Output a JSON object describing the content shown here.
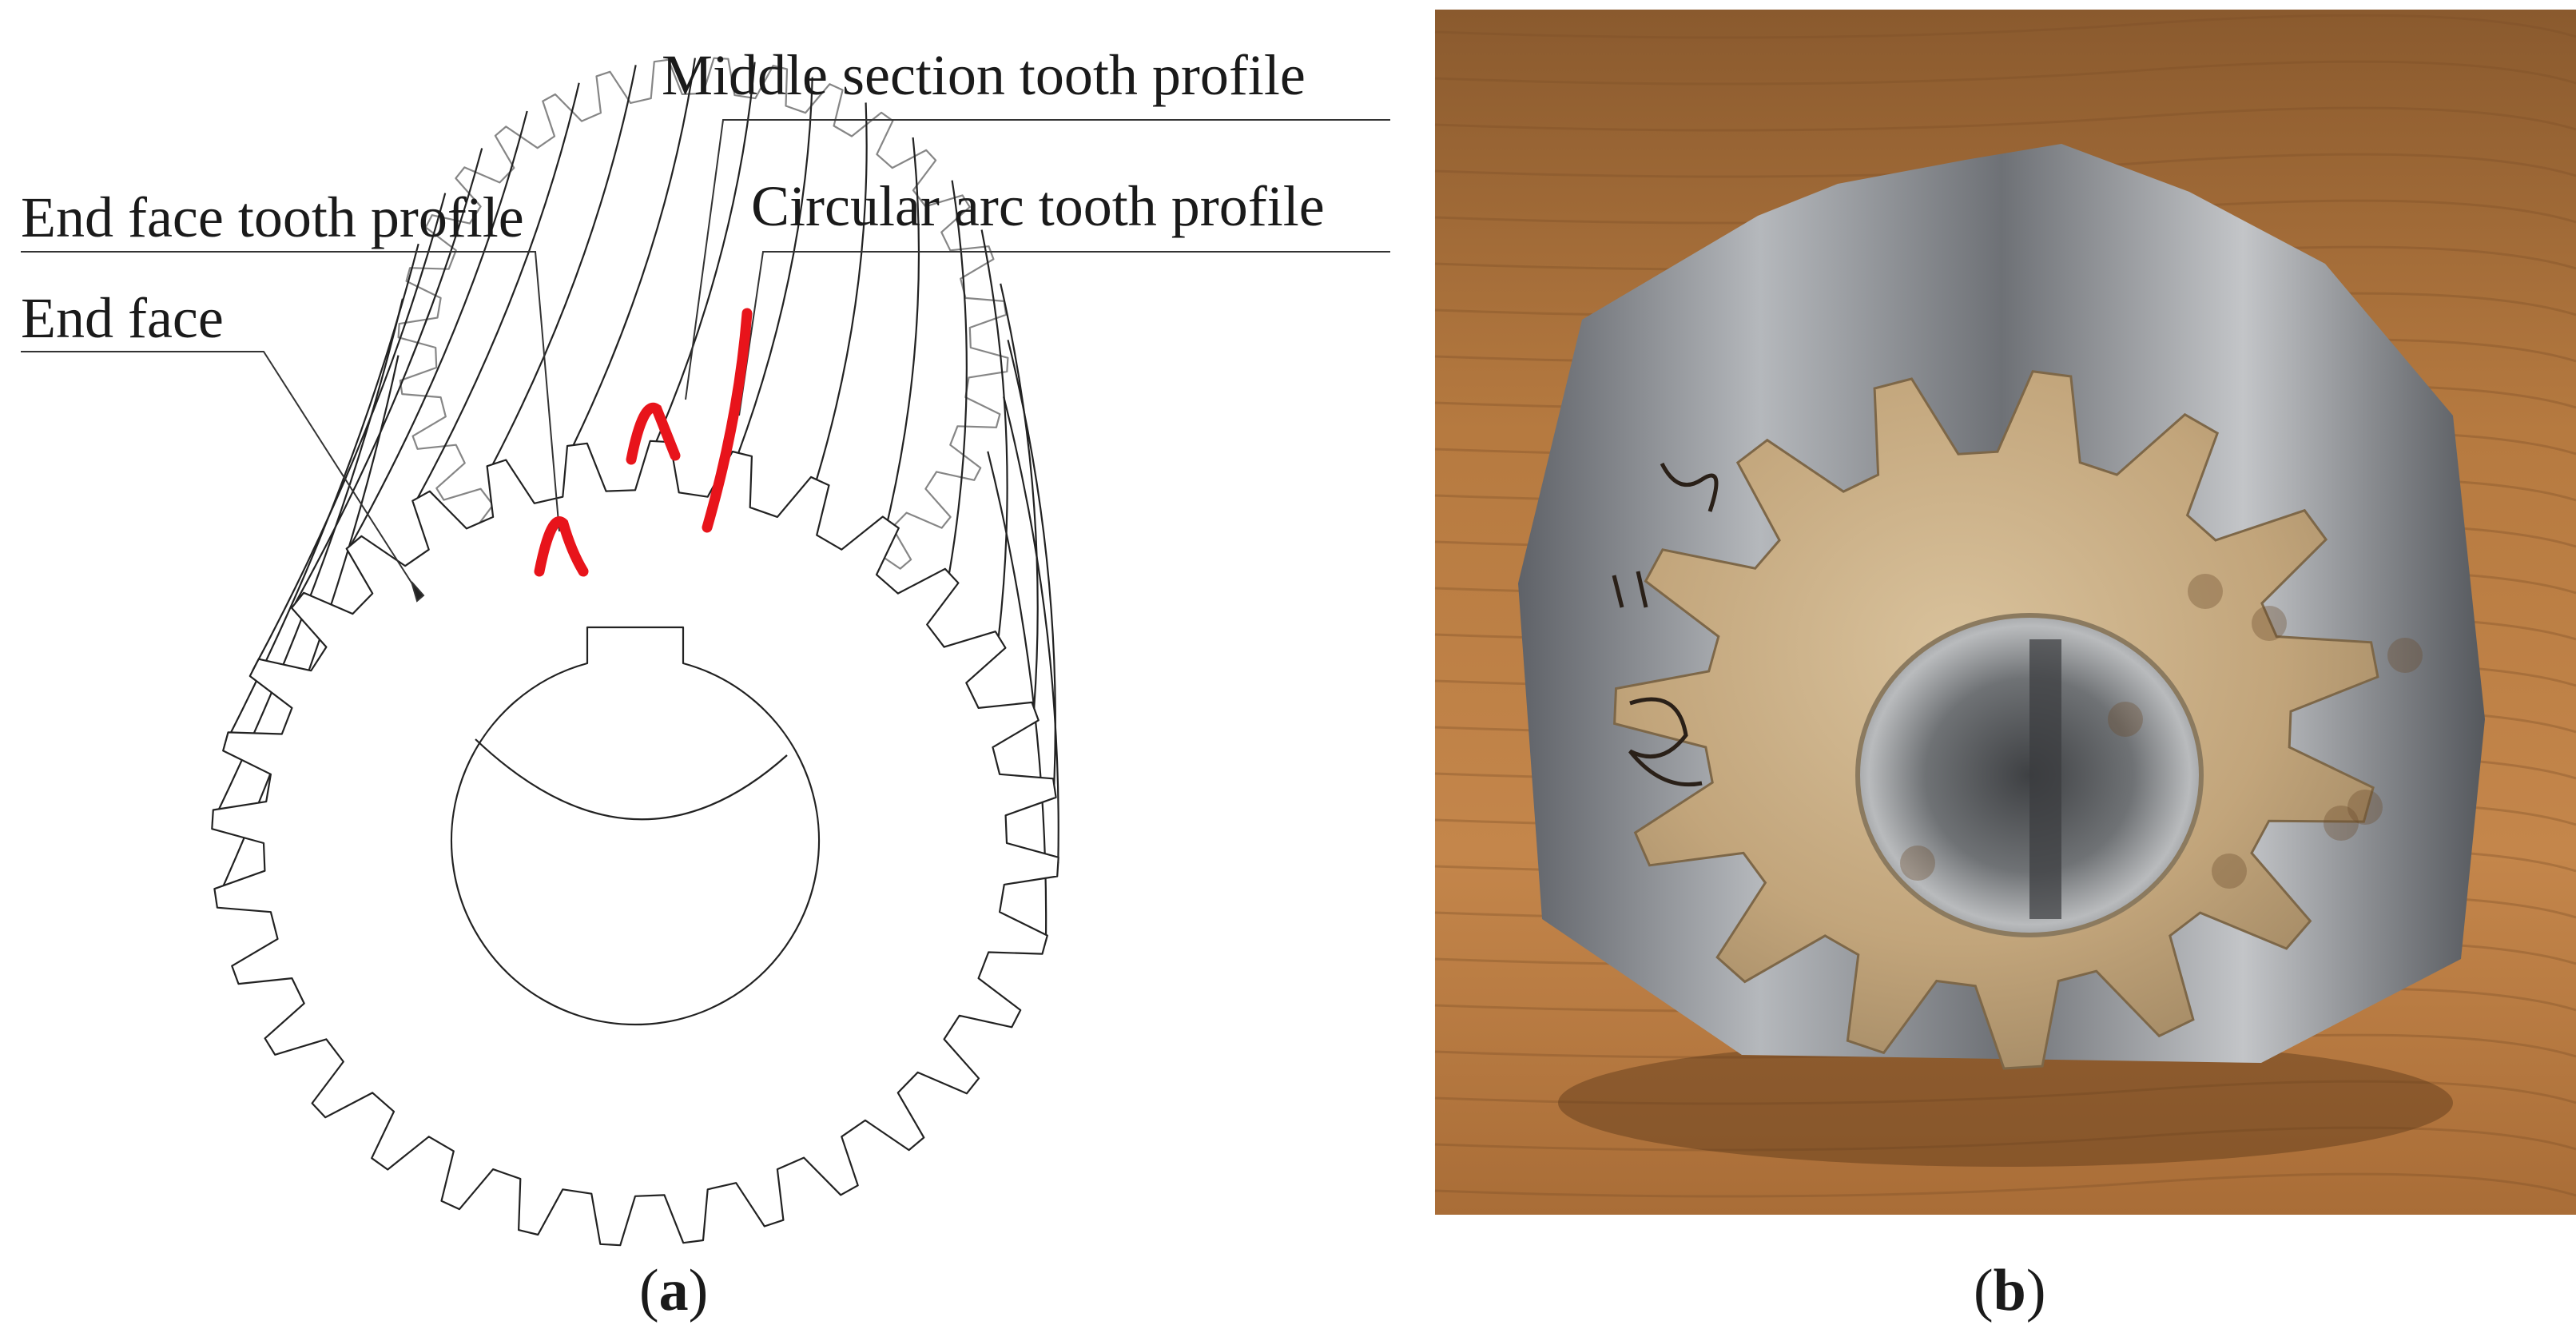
{
  "panel_a": {
    "labels": {
      "middle_section": "Middle section tooth profile",
      "end_face_tooth": "End face tooth profile",
      "circular_arc": "Circular arc tooth profile",
      "end_face": "End face"
    },
    "caption_letter": "a",
    "highlight_color": "#e8141b"
  },
  "panel_b": {
    "caption_letter": "b",
    "colors": {
      "wood": "#b8743a",
      "steel": "#8e9196",
      "face": "#c9b08a"
    }
  }
}
